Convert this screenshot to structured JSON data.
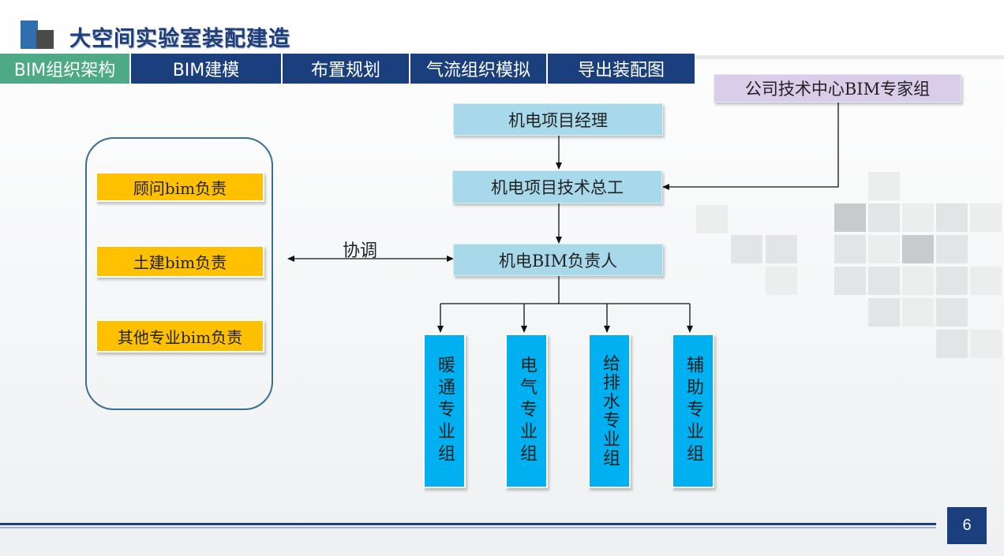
{
  "title": "大空间实验室装配建造",
  "tabs": [
    {
      "label": "BIM组织架构",
      "active": true
    },
    {
      "label": "BIM建模",
      "active": false
    },
    {
      "label": "布置规划",
      "active": false
    },
    {
      "label": "气流组织模拟",
      "active": false
    },
    {
      "label": "导出装配图",
      "active": false
    }
  ],
  "diagram": {
    "expert_group": "公司技术中心BIM专家组",
    "pm": "机电项目经理",
    "chief_engineer": "机电项目技术总工",
    "bim_lead": "机电BIM负责人",
    "coordinate_label": "协调",
    "consultants": [
      "顾问bim负责",
      "土建bim负责",
      "其他专业bim负责"
    ],
    "groups": [
      "暖通专业组",
      "电气专业组",
      "给排水专业组",
      "辅助专业组"
    ]
  },
  "colors": {
    "navy": "#1b3f7c",
    "active_tab": "#4eaa86",
    "light_blue_box": "#a7d9ea",
    "purple_box": "#d9cdea",
    "yellow_box": "#ffc000",
    "group_box": "#00b0f0"
  },
  "page_number": "6"
}
